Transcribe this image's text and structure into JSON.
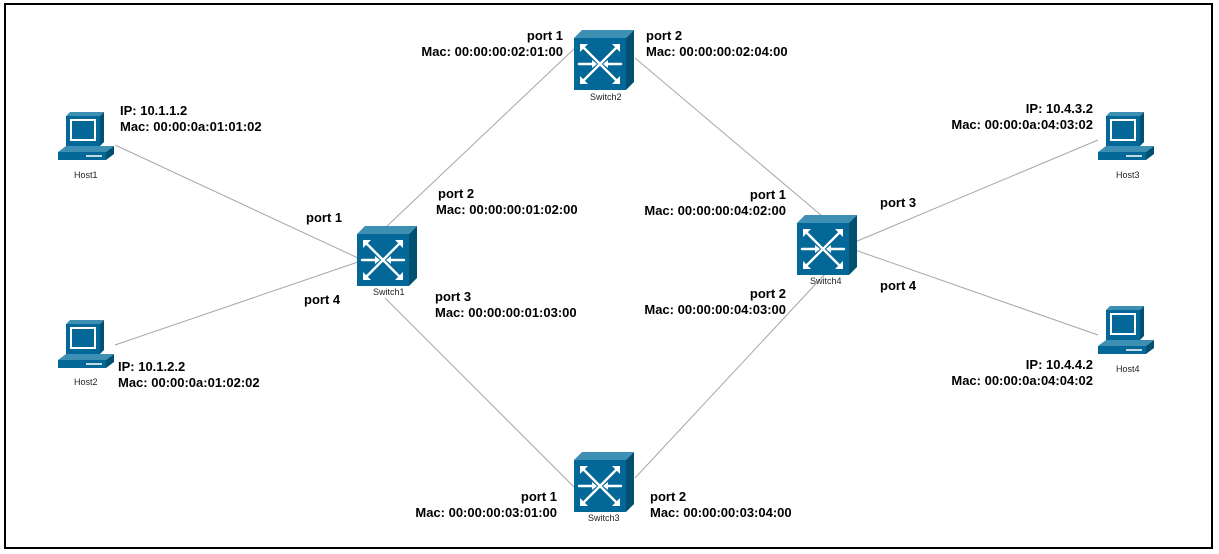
{
  "colors": {
    "device_fill": "#036897",
    "device_dark": "#02506f",
    "device_top": "#3d8fb3",
    "link": "#a6a6a6"
  },
  "hosts": [
    {
      "name": "Host1",
      "ip": "IP: 10.1.1.2",
      "mac": "Mac: 00:00:0a:01:01:02",
      "icon": "computer-icon"
    },
    {
      "name": "Host2",
      "ip": "IP: 10.1.2.2",
      "mac": "Mac: 00:00:0a:01:02:02",
      "icon": "computer-icon"
    },
    {
      "name": "Host3",
      "ip": "IP: 10.4.3.2",
      "mac": "Mac: 00:00:0a:04:03:02",
      "icon": "computer-icon"
    },
    {
      "name": "Host4",
      "ip": "IP: 10.4.4.2",
      "mac": "Mac: 00:00:0a:04:04:02",
      "icon": "computer-icon"
    }
  ],
  "switches": [
    {
      "name": "Switch1",
      "icon": "switch-icon",
      "ports": [
        {
          "port": "port 1",
          "mac": ""
        },
        {
          "port": "port 2",
          "mac": "Mac: 00:00:00:01:02:00"
        },
        {
          "port": "port 3",
          "mac": "Mac: 00:00:00:01:03:00"
        },
        {
          "port": "port 4",
          "mac": ""
        }
      ]
    },
    {
      "name": "Switch2",
      "icon": "switch-icon",
      "ports": [
        {
          "port": "port 1",
          "mac": "Mac: 00:00:00:02:01:00"
        },
        {
          "port": "port 2",
          "mac": "Mac: 00:00:00:02:04:00"
        }
      ]
    },
    {
      "name": "Switch3",
      "icon": "switch-icon",
      "ports": [
        {
          "port": "port 1",
          "mac": "Mac: 00:00:00:03:01:00"
        },
        {
          "port": "port 2",
          "mac": "Mac: 00:00:00:03:04:00"
        }
      ]
    },
    {
      "name": "Switch4",
      "icon": "switch-icon",
      "ports": [
        {
          "port": "port 1",
          "mac": "Mac: 00:00:00:04:02:00"
        },
        {
          "port": "port 2",
          "mac": "Mac: 00:00:00:04:03:00"
        },
        {
          "port": "port 3",
          "mac": ""
        },
        {
          "port": "port 4",
          "mac": ""
        }
      ]
    }
  ],
  "links": [
    {
      "from": "Host1",
      "to": "Switch1"
    },
    {
      "from": "Host2",
      "to": "Switch1"
    },
    {
      "from": "Switch1",
      "to": "Switch2"
    },
    {
      "from": "Switch1",
      "to": "Switch3"
    },
    {
      "from": "Switch2",
      "to": "Switch4"
    },
    {
      "from": "Switch3",
      "to": "Switch4"
    },
    {
      "from": "Switch4",
      "to": "Host3"
    },
    {
      "from": "Switch4",
      "to": "Host4"
    }
  ]
}
